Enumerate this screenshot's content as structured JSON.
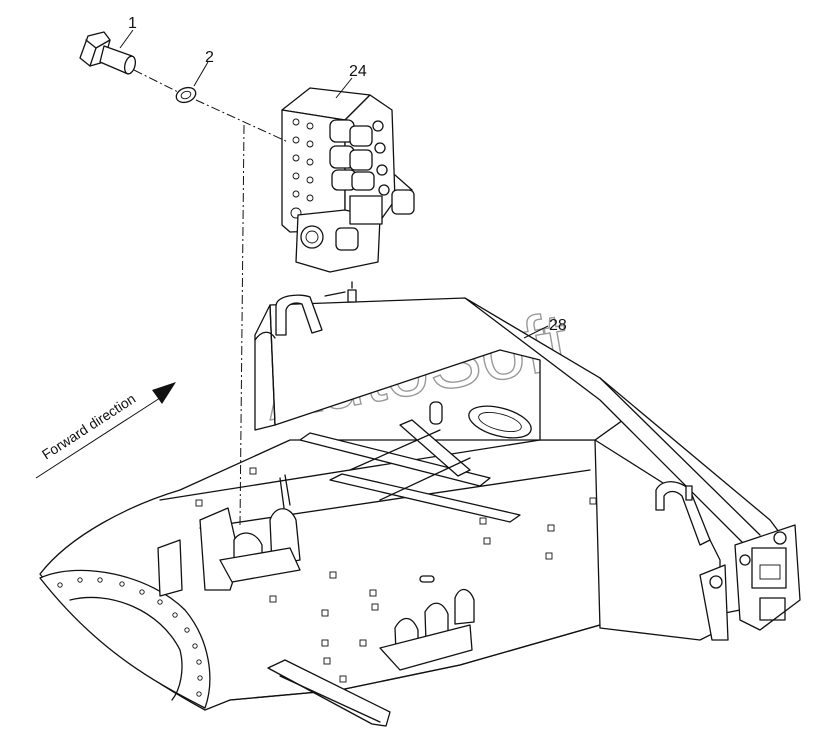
{
  "diagram": {
    "callouts": [
      {
        "id": "callout-1",
        "label": "1"
      },
      {
        "id": "callout-2",
        "label": "2"
      },
      {
        "id": "callout-24",
        "label": "24"
      },
      {
        "id": "callout-28",
        "label": "28"
      }
    ],
    "direction_label": "Forward direction",
    "watermark": "AutoSoft"
  }
}
